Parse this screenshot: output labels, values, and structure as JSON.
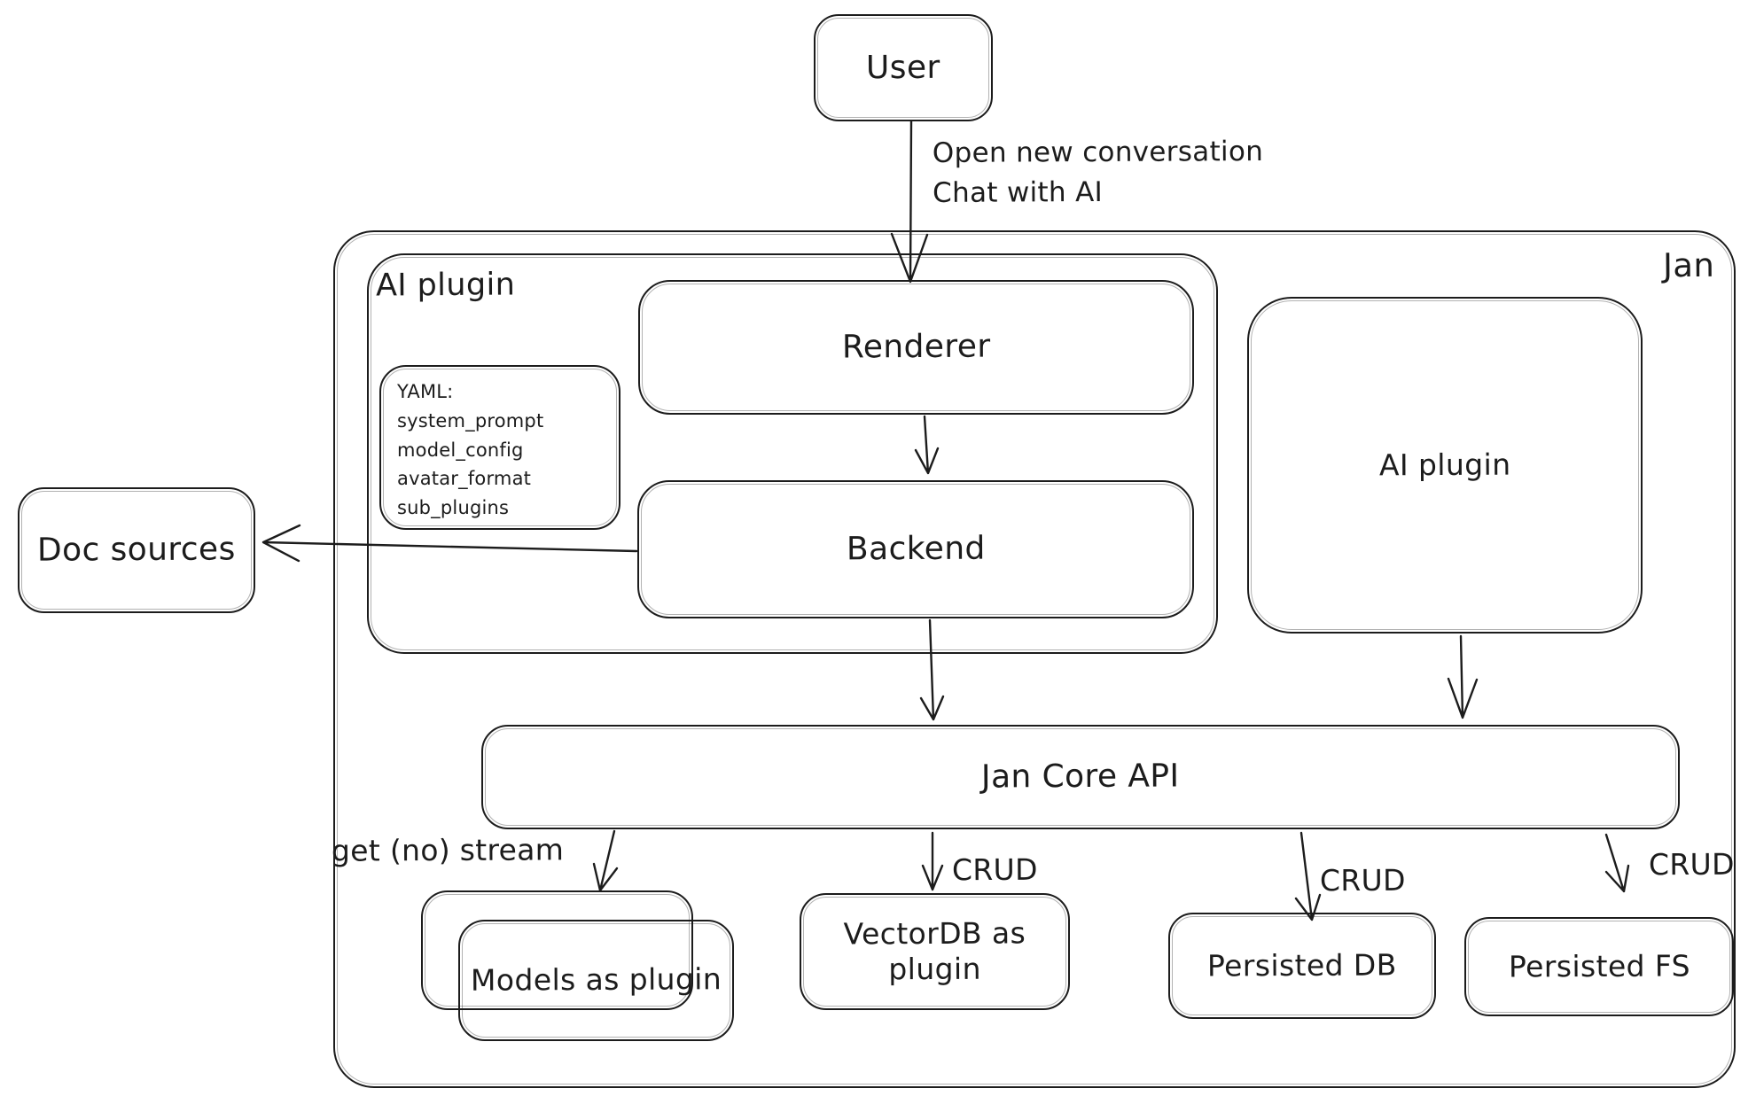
{
  "diagram": {
    "colors": {
      "stroke": "#1c1c1c",
      "background": "#ffffff"
    },
    "nodes": {
      "user": {
        "label": "User"
      },
      "jan_container": {
        "label": "Jan"
      },
      "ai_plugin_container": {
        "label": "AI plugin"
      },
      "renderer": {
        "label": "Renderer"
      },
      "yaml_note": {
        "lines": [
          "YAML:",
          "system_prompt",
          "model_config",
          "avatar_format",
          "sub_plugins"
        ]
      },
      "backend": {
        "label": "Backend"
      },
      "ai_plugin_right": {
        "label": "AI plugin"
      },
      "doc_sources": {
        "label": "Doc sources"
      },
      "jan_core_api": {
        "label": "Jan Core API"
      },
      "models_as_plugin": {
        "label": "Models as plugin"
      },
      "vectordb_as_plugin": {
        "label": "VectorDB as plugin"
      },
      "persisted_db": {
        "label": "Persisted DB"
      },
      "persisted_fs": {
        "label": "Persisted FS"
      }
    },
    "edge_labels": {
      "user_to_renderer": "Open new conversation\nChat with AI",
      "jan_core_to_models": "get (no) stream",
      "jan_core_to_vectordb": "CRUD",
      "jan_core_to_persisted_db": "CRUD",
      "jan_core_to_persisted_fs": "CRUD"
    }
  }
}
